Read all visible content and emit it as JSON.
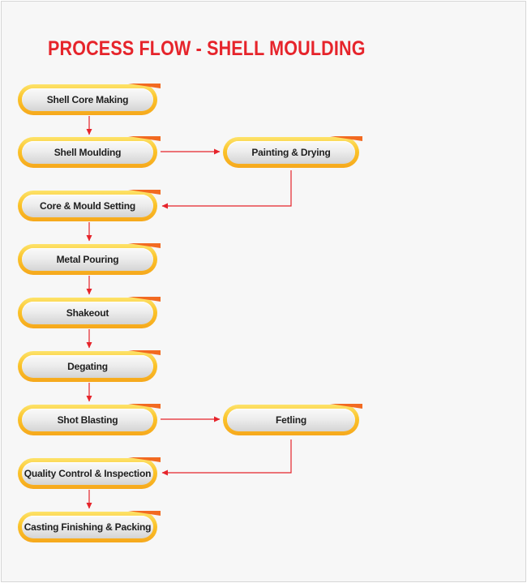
{
  "title": "PROCESS FLOW - SHELL MOULDING",
  "colors": {
    "title": "#e6242b",
    "arrow": "#e6242b",
    "pill_outer": "#fbc32a",
    "pill_accent": "#f26a21",
    "pill_inner": "#e4e4e4"
  },
  "steps": [
    "Shell Core Making",
    "Shell Moulding",
    "Core & Mould Setting",
    "Metal Pouring",
    "Shakeout",
    "Degating",
    "Shot Blasting",
    "Quality Control & Inspection",
    "Casting Finishing & Packing"
  ],
  "side_steps": [
    "Painting & Drying",
    "Fetling"
  ]
}
